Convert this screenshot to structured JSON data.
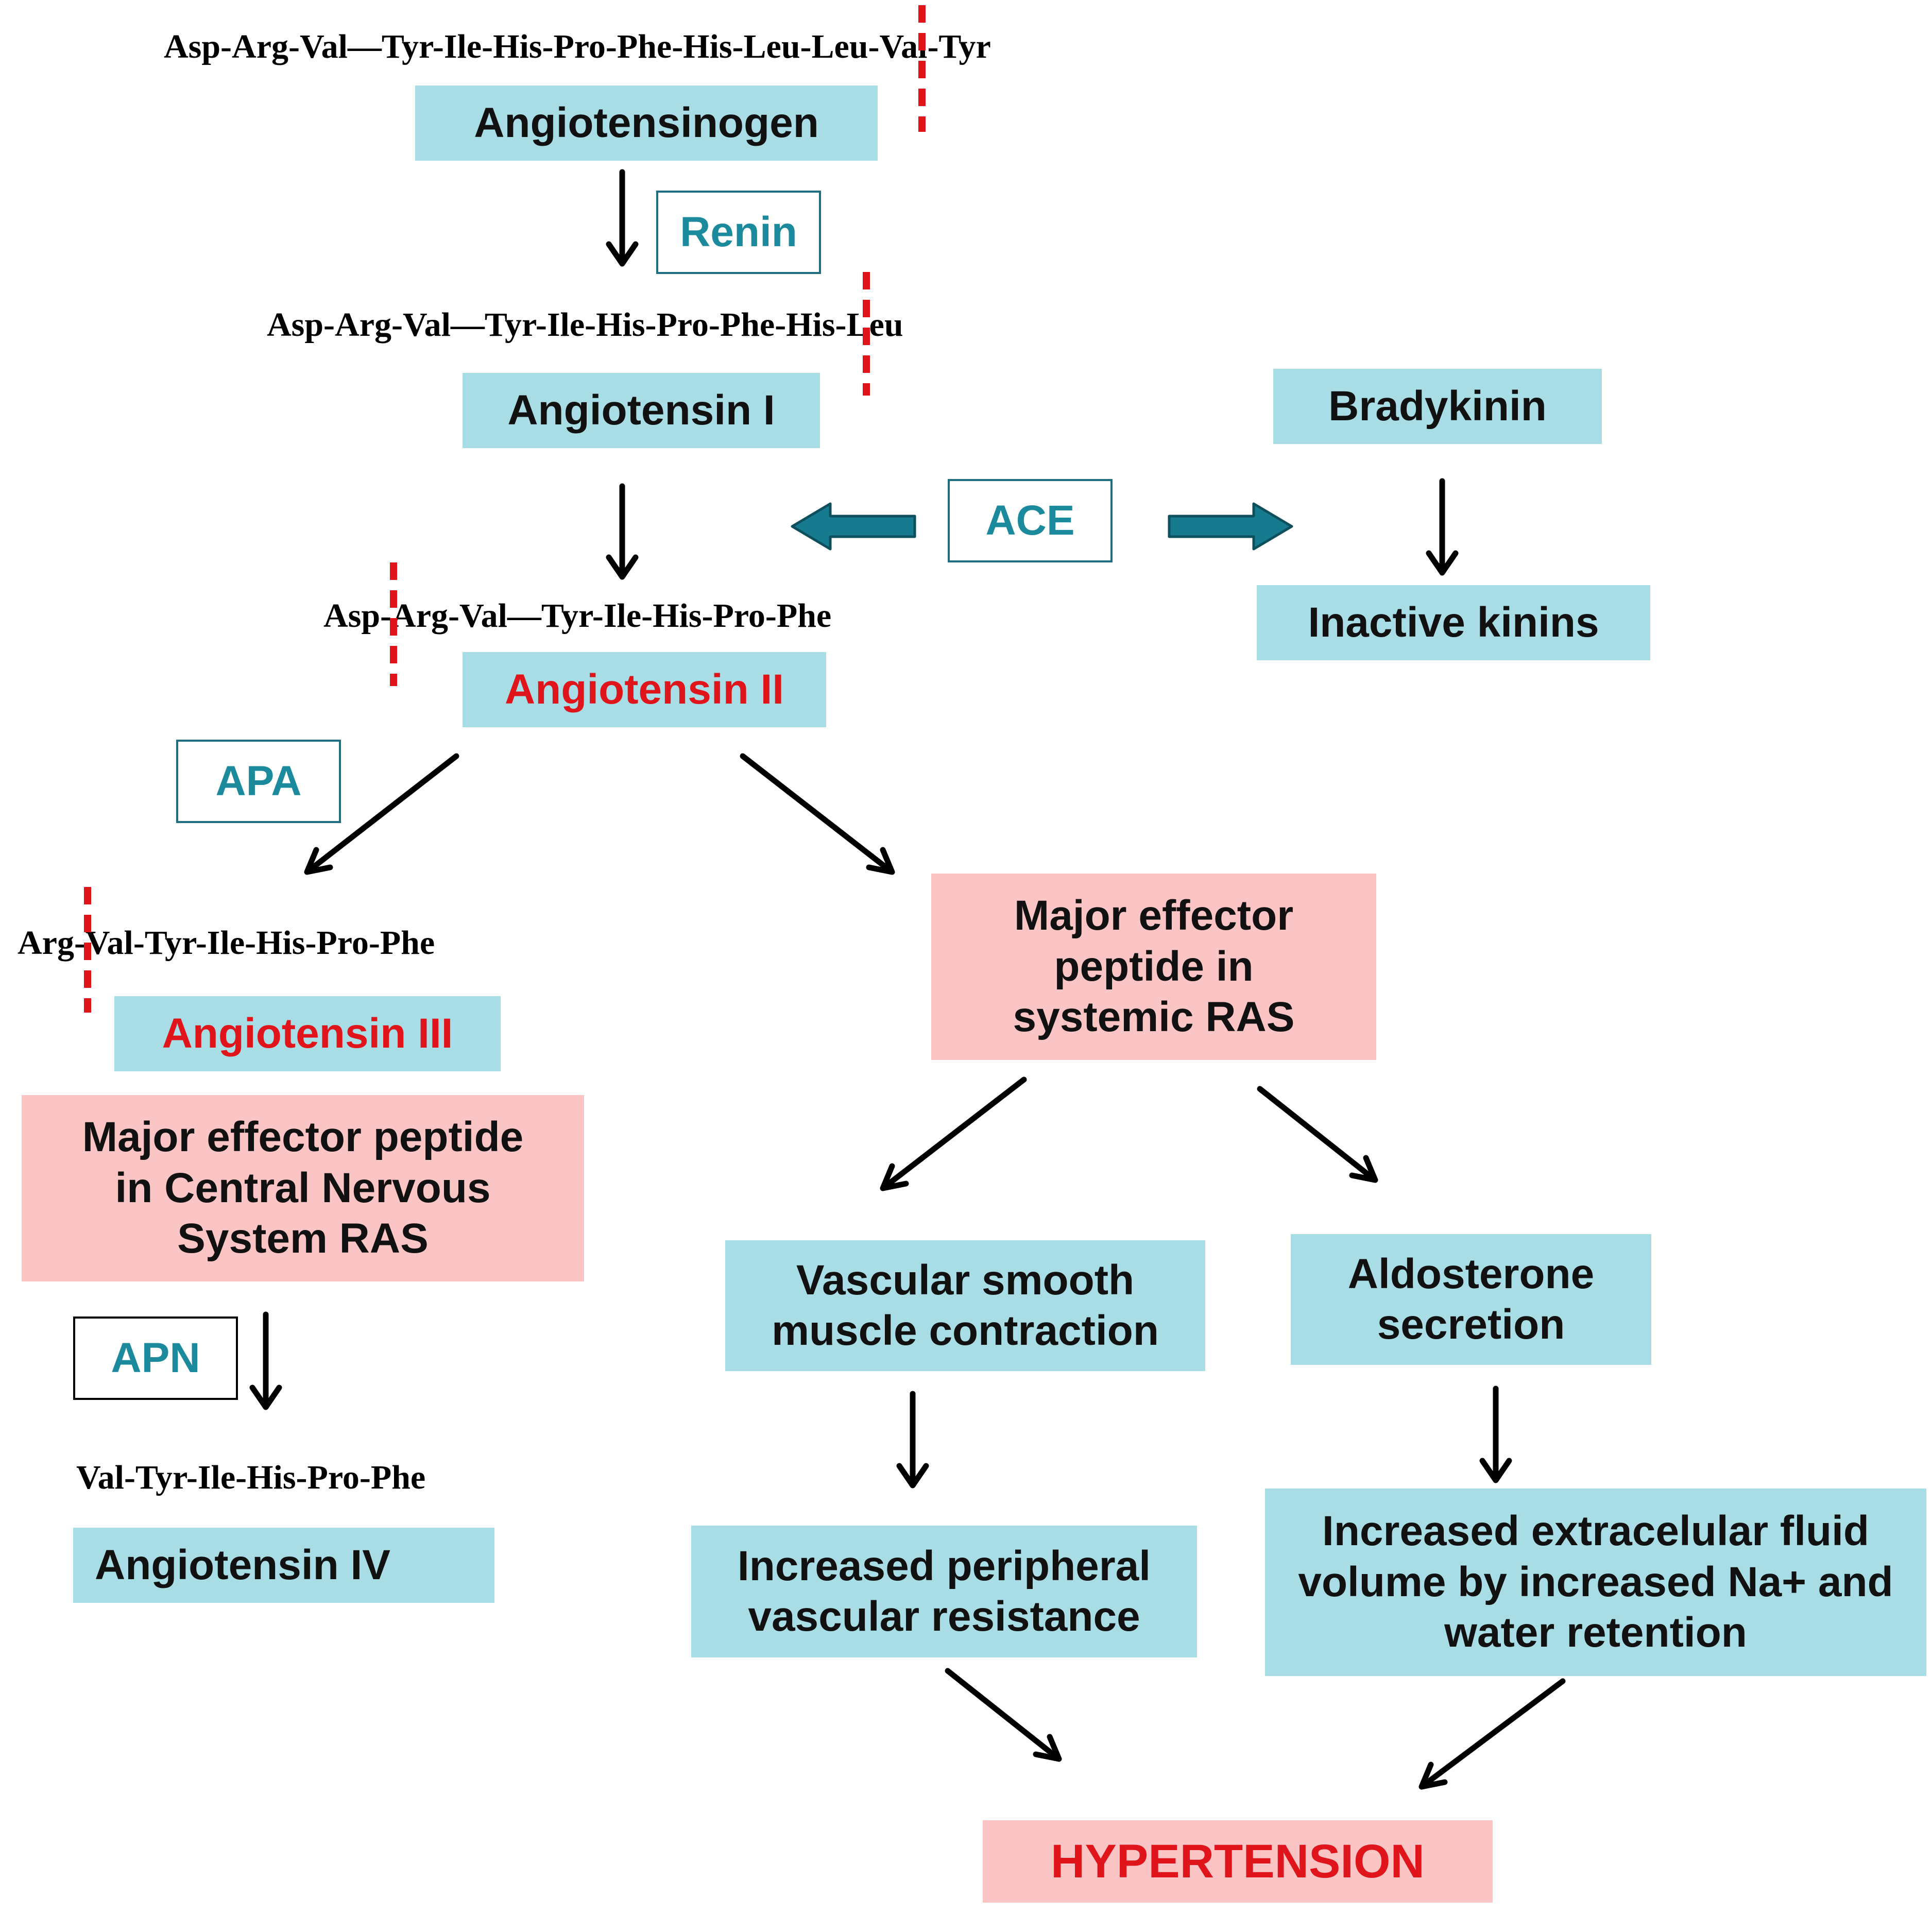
{
  "sequences": {
    "angiotensinogen": "Asp-Arg-Val—Tyr-Ile-His-Pro-Phe-His-Leu-Leu-Val-Tyr",
    "angiotensin_1": "Asp-Arg-Val—Tyr-Ile-His-Pro-Phe-His-Leu",
    "angiotensin_2": "Asp-Arg-Val—Tyr-Ile-His-Pro-Phe",
    "angiotensin_3": "Arg-Val-Tyr-Ile-His-Pro-Phe",
    "angiotensin_4": "Val-Tyr-Ile-His-Pro-Phe"
  },
  "peptides": {
    "angiotensinogen": "Angiotensinogen",
    "angiotensin_1": "Angiotensin I",
    "angiotensin_2": "Angiotensin II",
    "angiotensin_3": "Angiotensin III",
    "angiotensin_4": "Angiotensin IV",
    "bradykinin": "Bradykinin",
    "inactive_kinins": "Inactive kinins"
  },
  "enzymes": {
    "renin": "Renin",
    "ace": "ACE",
    "apa": "APA",
    "apn": "APN"
  },
  "effects": {
    "systemic_effector": "Major effector peptide in systemic RAS",
    "cns_effector": "Major effector peptide in Central Nervous System RAS",
    "vascular_contraction": "Vascular smooth muscle contraction",
    "aldosterone": "Aldosterone secretion",
    "peripheral_resistance": "Increased peripheral vascular resistance",
    "fluid_volume": "Increased extracelular fluid volume by increased Na+ and water retention",
    "hypertension": "HYPERTENSION"
  },
  "colors": {
    "peptide_box": "#a9dde6",
    "effector_box": "#fcc5c5",
    "enzyme_text": "#1c8a9d",
    "highlight_red": "#e0151b",
    "ace_arrow": "#177b90"
  }
}
